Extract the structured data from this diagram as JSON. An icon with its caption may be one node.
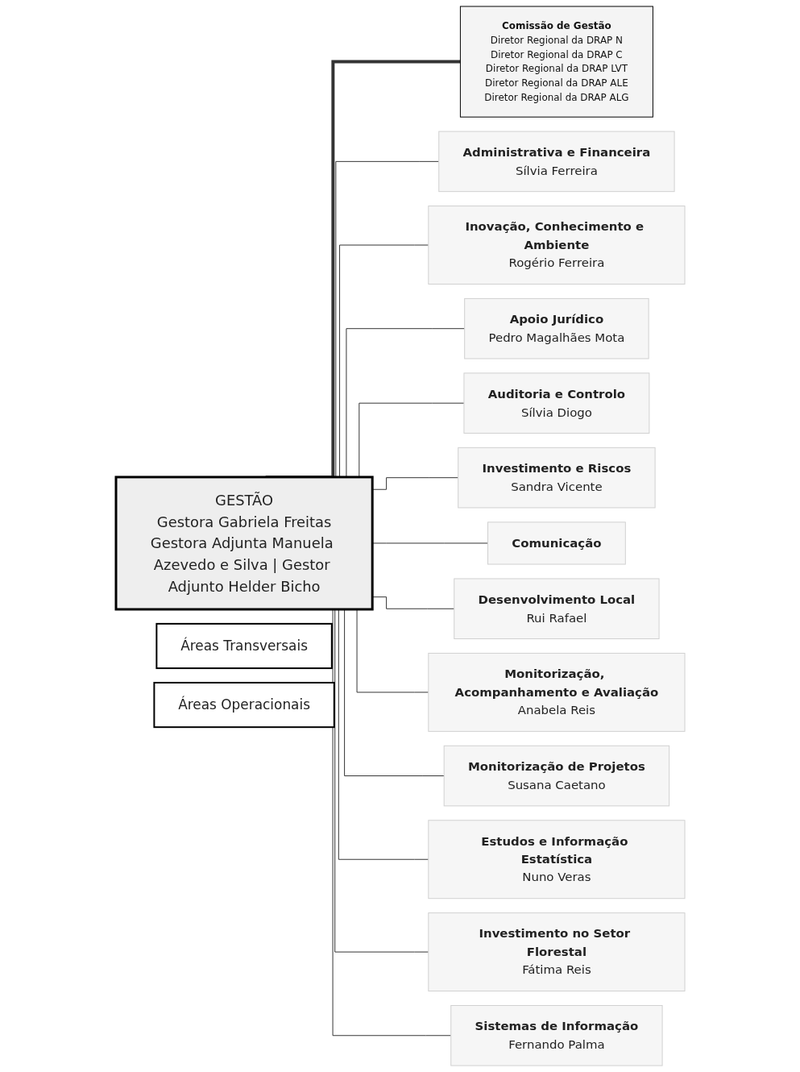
{
  "diagram": {
    "nodes": [
      {
        "text": [
          "GESTÃO",
          "Gestora Gabriela Freitas",
          "Gestora Adjunta Manuela Azevedo e Silva | Gestor Adjunto Helder Bicho"
        ]
      },
      {
        "text": [
          "Comissão de Gestão",
          "Diretor Regional da DRAP N",
          "Diretor Regional da DRAP C",
          "Diretor Regional da DRAP LVT",
          "Diretor Regional da DRAP ALE",
          "Diretor Regional da DRAP ALG"
        ]
      },
      {
        "text": [
          "Áreas Transversais"
        ]
      },
      {
        "text": [
          "Áreas Operacionais"
        ]
      },
      {
        "text": [
          "Administrativa e Financeira",
          "Sílvia Ferreira"
        ]
      },
      {
        "text": [
          "Inovação, Conhecimento e Ambiente",
          "Rogério Ferreira"
        ]
      },
      {
        "text": [
          "Apoio Jurídico",
          "Pedro Magalhães Mota"
        ]
      },
      {
        "text": [
          "Auditoria e Controlo",
          "Sílvia Diogo"
        ]
      },
      {
        "text": [
          "Investimento e Riscos",
          "Sandra Vicente"
        ]
      },
      {
        "text": [
          "Comunicação"
        ]
      },
      {
        "text": [
          "Desenvolvimento Local",
          "Rui Rafael"
        ]
      },
      {
        "text": [
          "Monitorização, Acompanhamento e Avaliação",
          "Anabela Reis"
        ]
      },
      {
        "text": [
          "Monitorização de Projetos",
          "Susana Caetano"
        ]
      },
      {
        "text": [
          "Estudos e Informação Estatística",
          "Nuno Veras"
        ]
      },
      {
        "text": [
          "Investimento no Setor Florestal",
          "Fátima Reis"
        ]
      },
      {
        "text": [
          "Sistemas de Informação",
          "Fernando Palma"
        ]
      }
    ],
    "edges": [
      {
        "from": 0,
        "to": 1,
        "arrow": "none",
        "style": "thick"
      },
      {
        "from": 0,
        "to": 4,
        "arrow": "none"
      },
      {
        "from": 0,
        "to": 5,
        "arrow": "none"
      },
      {
        "from": 0,
        "to": 6,
        "arrow": "none"
      },
      {
        "from": 0,
        "to": 7,
        "arrow": "none"
      },
      {
        "from": 0,
        "to": 8,
        "arrow": "none"
      },
      {
        "from": 0,
        "to": 9,
        "arrow": "none"
      },
      {
        "from": 0,
        "to": 10,
        "arrow": "none"
      },
      {
        "from": 0,
        "to": 11,
        "arrow": "none"
      },
      {
        "from": 0,
        "to": 12,
        "arrow": "none"
      },
      {
        "from": 0,
        "to": 13,
        "arrow": "none"
      },
      {
        "from": 0,
        "to": 14,
        "arrow": "none"
      },
      {
        "from": 0,
        "to": 15,
        "arrow": "none"
      }
    ]
  }
}
